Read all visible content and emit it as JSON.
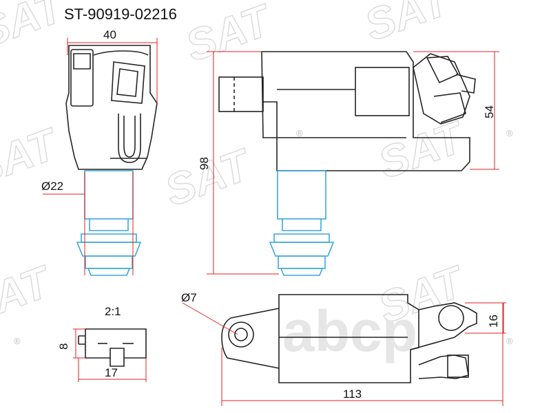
{
  "part_number": "ST-90919-02216",
  "dimensions": {
    "width_top": "40",
    "height_total": "98",
    "height_body": "54",
    "diameter_boot": "Ø22",
    "diameter_hole": "Ø7",
    "height_mount": "16",
    "length_total": "113",
    "connector_ratio": "2:1",
    "connector_height": "8",
    "connector_width": "17"
  },
  "watermark": {
    "brand": "SAT",
    "registered": "®",
    "center_logo": "abcp"
  },
  "colors": {
    "outline": "#222222",
    "dimension_line": "#e02020",
    "boot": "#3aa6d8",
    "watermark": "#d9d9d9"
  }
}
